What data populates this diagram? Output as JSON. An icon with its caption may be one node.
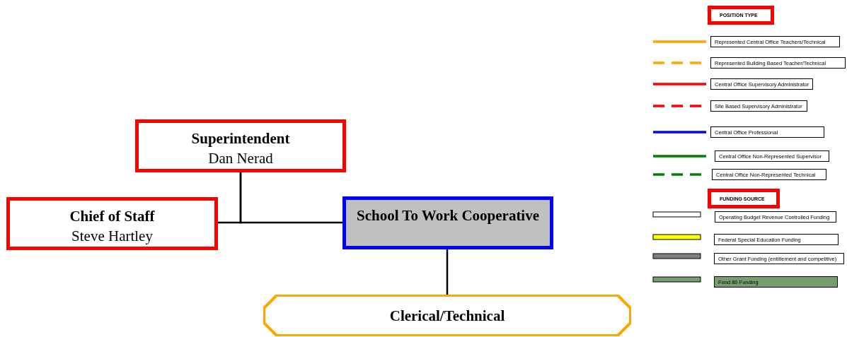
{
  "diagram": {
    "nodes": [
      {
        "text": [
          "Superintendent",
          "Dan Nerad"
        ]
      },
      {
        "text": [
          "Chief of Staff",
          "Steve Hartley"
        ]
      },
      {
        "text": [
          "School To Work Cooperative"
        ]
      },
      {
        "text": [
          "Clerical/Technical"
        ]
      }
    ],
    "edges": [
      {
        "from": 0,
        "to": 1,
        "arrow": "none"
      },
      {
        "from": 0,
        "to": 2,
        "arrow": "none"
      },
      {
        "from": 2,
        "to": 3,
        "arrow": "none"
      }
    ],
    "labels": [
      "POSITION TYPE",
      "FUNDING SOURCE"
    ],
    "legend": [
      {
        "text": "Represented Central Office Teachers/Technical"
      },
      {
        "text": "Represented Building Based Teacher/Technical"
      },
      {
        "text": "Central Office Supervisory Administrator"
      },
      {
        "text": "Site Based Supervisory Administrator"
      },
      {
        "text": "Central Office Professional"
      },
      {
        "text": "Central Office Non-Represented Supervisor"
      },
      {
        "text": "Central Office Non-Represented Technical"
      },
      {
        "text": "Operating Budget Revenue Controlled Funding",
        "color": "#ffffff"
      },
      {
        "text": "Federal Special Education Funding",
        "color": "#ffff00"
      },
      {
        "text": "Other Grant Funding (entitlement and competitive)",
        "color": "#808080"
      },
      {
        "text": "Fund 80 Funding",
        "color": "#779e6f"
      }
    ]
  }
}
